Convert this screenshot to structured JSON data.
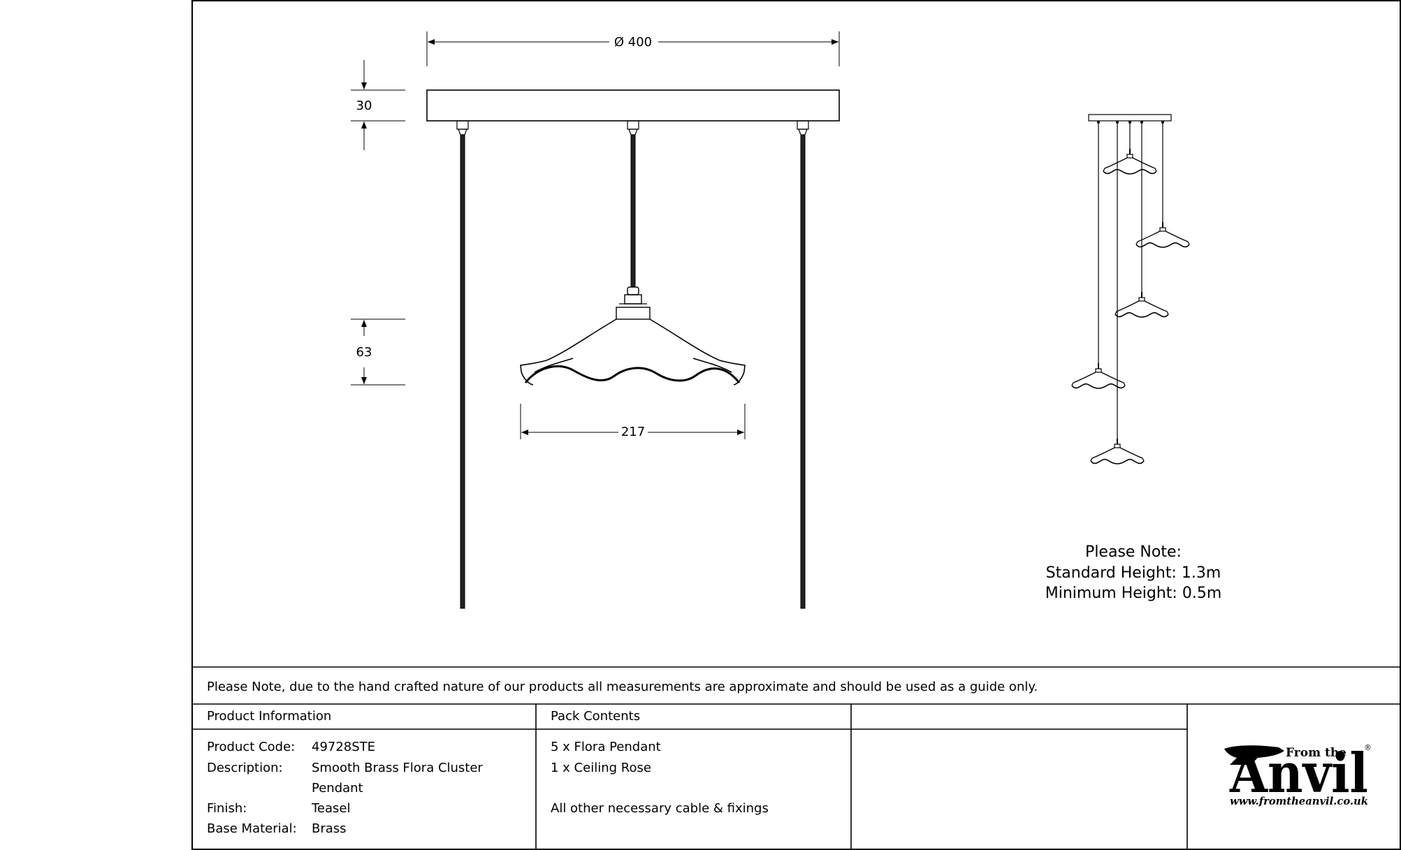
{
  "dimensions": {
    "diameter": "Ø 400",
    "rose_height": "30",
    "shade_height": "63",
    "shade_width": "217"
  },
  "height_note": {
    "heading": "Please Note:",
    "standard": "Standard Height: 1.3m",
    "minimum": "Minimum Height: 0.5m"
  },
  "disclaimer": "Please Note, due to the hand crafted nature of our products all measurements are approximate and should be used as a guide only.",
  "product_info": {
    "header": "Product Information",
    "rows": [
      {
        "label": "Product Code:",
        "value": "49728STE"
      },
      {
        "label": "Description:",
        "value": "Smooth Brass Flora Cluster"
      },
      {
        "label": "",
        "value": "Pendant"
      },
      {
        "label": "Finish:",
        "value": "Teasel"
      },
      {
        "label": "Base Material:",
        "value": "Brass"
      }
    ]
  },
  "pack_contents": {
    "header": "Pack Contents",
    "items": [
      "5 x Flora Pendant",
      "1 x Ceiling Rose",
      "",
      "All other necessary cable & fixings"
    ]
  },
  "logo": {
    "from_the": "From the",
    "name": "Anvil",
    "registered": "®",
    "url": "www.fromtheanvil.co.uk"
  }
}
